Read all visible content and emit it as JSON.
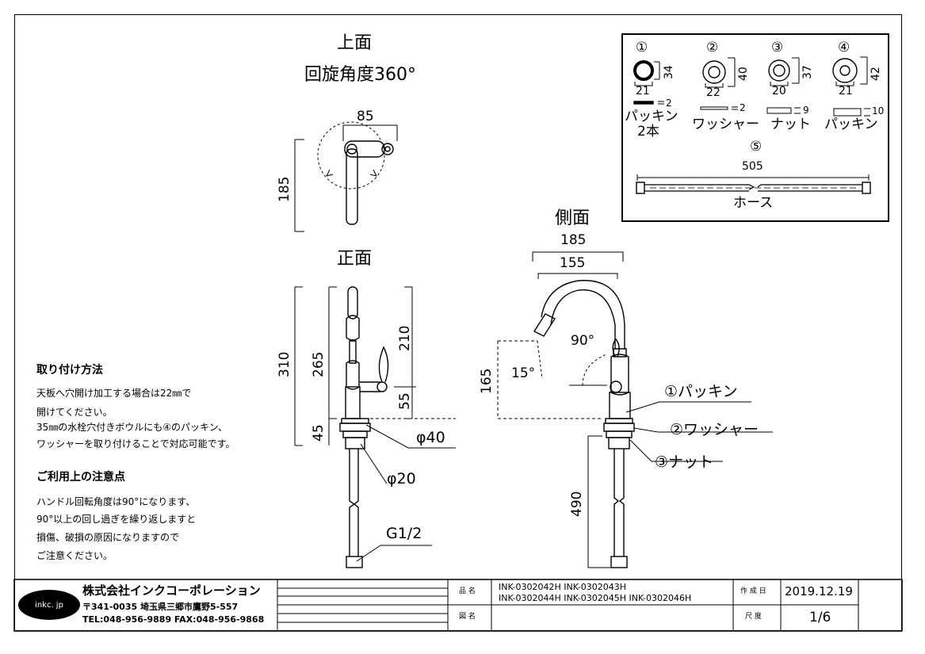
{
  "top_view": {
    "title": "上面",
    "subtitle": "回旋角度360°",
    "dim_width": "85",
    "dim_length": "185"
  },
  "front_view": {
    "title": "正面",
    "dim_total": "310",
    "dim_mid": "265",
    "dim_upper": "210",
    "dim_handle": "55",
    "dim_base": "45",
    "phi40": "φ40",
    "phi20": "φ20",
    "thread": "G1/2"
  },
  "side_view": {
    "title": "側面",
    "dim_reach_outer": "185",
    "dim_reach_inner": "155",
    "dim_spout_height": "165",
    "angle_handle": "90°",
    "angle_spout": "15°",
    "dim_hose": "490",
    "callouts": [
      "①パッキン",
      "②ワッシャー",
      "③ナット"
    ]
  },
  "parts": {
    "items": [
      {
        "num": "①",
        "d": "21",
        "h": "34",
        "thick": "2",
        "name": "パッキン",
        "qty": "2本"
      },
      {
        "num": "②",
        "d": "22",
        "h": "40",
        "thick": "2",
        "name": "ワッシャー"
      },
      {
        "num": "③",
        "d": "20",
        "h": "37",
        "thick": "9",
        "name": "ナット"
      },
      {
        "num": "④",
        "d": "21",
        "h": "42",
        "thick": "10",
        "name": "パッキン"
      }
    ],
    "hose_num": "⑤",
    "hose_len": "505",
    "hose_name": "ホース"
  },
  "notes": {
    "install_title": "取り付け方法",
    "install_lines": [
      "天板へ穴開け加工する場合は22㎜で",
      "開けてください。",
      "35㎜の水栓穴付きボウルにも④のパッキン、",
      "ワッシャーを取り付けることで対応可能です。"
    ],
    "caution_title": "ご利用上の注意点",
    "caution_lines": [
      "ハンドル回転角度は90°になります、",
      "90°以上の回し過ぎを繰り返しますと",
      "損傷、破損の原因になりますので",
      "ご注意ください。"
    ]
  },
  "title_block": {
    "logo": "inkc. jp",
    "company": "株式会社インクコーポレーション",
    "address": "〒341-0035 埼玉県三郷市鷹野5-557",
    "tel": "TEL:048-956-9889 FAX:048-956-9868",
    "hinmei_label": "品 名",
    "hinmei_line1": "INK-0302042H   INK-0302043H",
    "hinmei_line2": "INK-0302044H   INK-0302045H   INK-0302046H",
    "zumei_label": "図 名",
    "date_label": "作 成 日",
    "date": "2019.12.19",
    "scale_label": "尺 度",
    "scale": "1/6"
  }
}
